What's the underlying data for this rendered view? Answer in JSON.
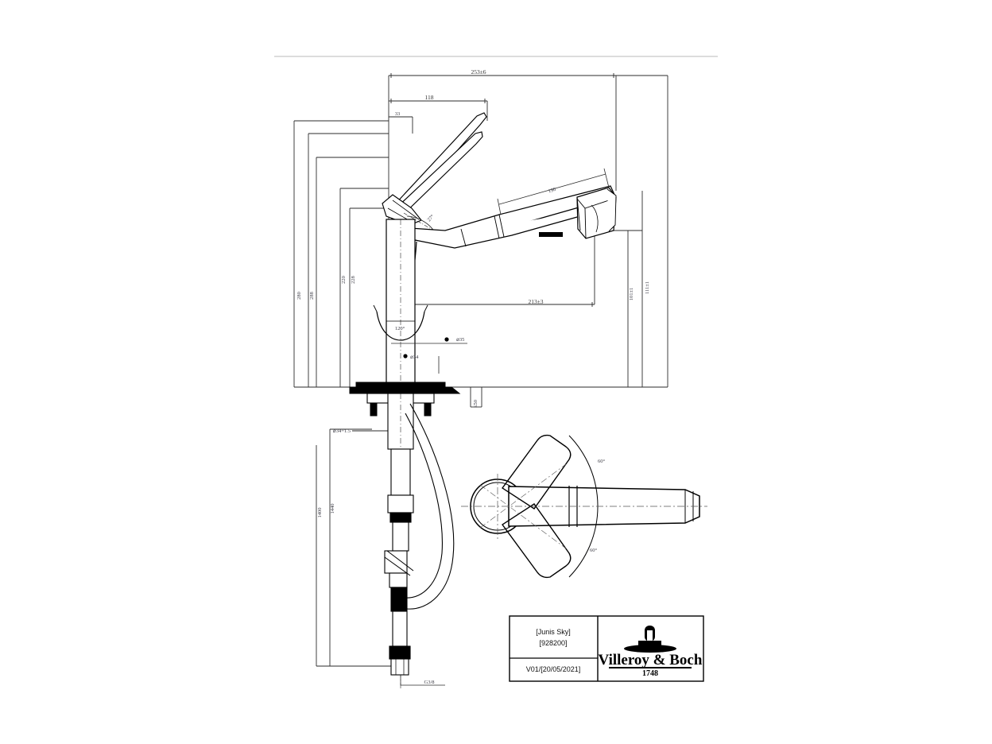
{
  "drawing": {
    "kind": "technical-cad-drawing",
    "subject": "pull-out kitchen mixer tap",
    "background_color": "#ffffff",
    "line_color": "#000000",
    "dim_text_color": "#333333"
  },
  "title_block": {
    "product_name": "[Junis Sky]",
    "article_number": "[928200]",
    "revision": "V01/[20/05/2021]",
    "brand_name": "Villeroy & Boch",
    "brand_year": "1748"
  },
  "dimensions": {
    "overall_height": "253±6",
    "handle_open_width": "118",
    "handle_small": "33",
    "spray_head_length": "190",
    "spout_reach": "213±3",
    "body_height_1": "280",
    "body_height_2": "288",
    "body_height_3": "220",
    "body_height_4": "228",
    "spout_height_right_1": "101±1",
    "spout_height_right_2": "111±1",
    "deck_thickness": "≤50",
    "mount_hole": "⌀34+1.5",
    "base_diameter": "⌀35",
    "shank_diameter": "⌀34",
    "hose_length_1": "1400",
    "hose_length_2": "1440",
    "inlet_thread": "G3/8",
    "handle_lift_angle": "27°",
    "swivel_total": "120°",
    "swivel_left": "60°",
    "swivel_right": "60°"
  },
  "views": {
    "front_elevation": "Front elevation with raised lever handle and pull-out spray spout",
    "plan_view": "Top plan view showing 120° total swivel range",
    "hose_assembly": "Pull-out hose loop with weight and G3/8 supply connection"
  }
}
